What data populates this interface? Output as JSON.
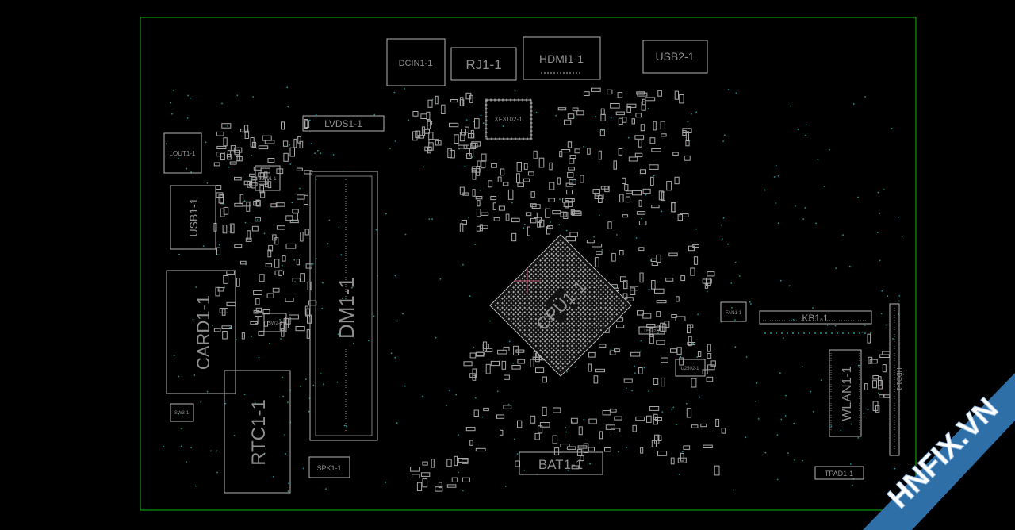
{
  "board": {
    "outline_color": "#0c9a0c",
    "component_color": "#b4b4b4",
    "via_color": "#1f8f8f",
    "marker_color": "#c0506a"
  },
  "components": {
    "dcin": "DCIN1-1",
    "rj": "RJ1-1",
    "hdmi": "HDMI1-1",
    "usb2": "USB2-1",
    "lvds": "LVDS1-1",
    "xf": "XF3102-1",
    "lout": "LOUT1-1",
    "usb1": "USB1-1",
    "card": "CARD1-1",
    "dm": "DM1-1",
    "cpu": "CPU1-1",
    "kb": "KB1-1",
    "fan": "FAN1-1",
    "wlan": "WLAN1-1",
    "hdd": "HDD1-1",
    "rtc": "RTC1-1",
    "spk": "SPK1-1",
    "bat": "BAT1-1",
    "tpad": "TPAD1-1",
    "sw2": "SW2-1",
    "sw3": "SW3-1",
    "u2501": "U2501-1",
    "u2502": "U2502-1",
    "u5502": "U5502-1"
  },
  "watermark": {
    "text": "HNFIX.VN",
    "band_color": "#2f6fa8"
  }
}
